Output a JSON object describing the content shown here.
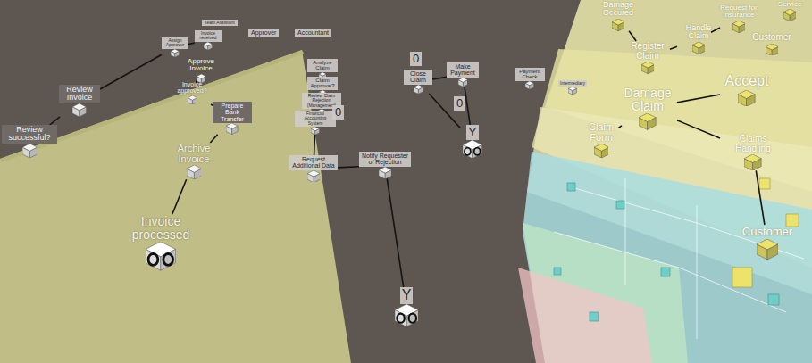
{
  "diagram": {
    "nodes": [
      {
        "text": [
          "Review successful?"
        ]
      },
      {
        "text": [
          "Review Invoice"
        ]
      },
      {
        "text": [
          "Assign Approver"
        ]
      },
      {
        "text": [
          "Invoice received"
        ]
      },
      {
        "text": [
          "Approve Invoice"
        ]
      },
      {
        "text": [
          "Invoice approved?"
        ]
      },
      {
        "text": [
          "Prepare Bank Transfer"
        ]
      },
      {
        "text": [
          "Archive Invoice"
        ]
      },
      {
        "text": [
          "Invoice processed"
        ]
      },
      {
        "text": [
          "Analyze Claim"
        ]
      },
      {
        "text": [
          "Claim Approval?"
        ]
      },
      {
        "text": [
          "Review Claim Rejection (Management)"
        ]
      },
      {
        "text": [
          "Financial Accounting System"
        ]
      },
      {
        "text": [
          "Request Additional Data"
        ]
      },
      {
        "text": [
          "Notify Requester of Rejection"
        ]
      },
      {
        "text": [
          "Close Claim"
        ]
      },
      {
        "text": [
          "Make Payment"
        ]
      },
      {
        "text": [
          "Payment Check"
        ]
      },
      {
        "text": [
          "Intermediary"
        ]
      },
      {
        "text": [
          "Y"
        ]
      },
      {
        "text": [
          "Y"
        ]
      },
      {
        "text": [
          "Damage Occured"
        ]
      },
      {
        "text": [
          "Handle Claim"
        ]
      },
      {
        "text": [
          "Request for Insurance"
        ]
      },
      {
        "text": [
          "Service"
        ]
      },
      {
        "text": [
          "Register Claim"
        ]
      },
      {
        "text": [
          "Claim Form"
        ]
      },
      {
        "text": [
          "Damage Claim"
        ]
      },
      {
        "text": [
          "Accept"
        ]
      },
      {
        "text": [
          "Customer"
        ]
      },
      {
        "text": [
          "Claims Handling"
        ]
      },
      {
        "text": [
          "Customer"
        ]
      }
    ],
    "edges": [
      {
        "from": 3,
        "to": 2,
        "arrow": "none"
      },
      {
        "from": 2,
        "to": 1,
        "arrow": "none"
      },
      {
        "from": 1,
        "to": 0,
        "arrow": "none"
      },
      {
        "from": 4,
        "to": 5,
        "arrow": "none"
      },
      {
        "from": 5,
        "to": 6,
        "arrow": "none"
      },
      {
        "from": 6,
        "to": 7,
        "arrow": "none"
      },
      {
        "from": 7,
        "to": 8,
        "arrow": "none"
      },
      {
        "from": 12,
        "to": 13,
        "arrow": "none"
      },
      {
        "from": 13,
        "to": 14,
        "arrow": "none"
      },
      {
        "from": 14,
        "to": 19,
        "arrow": "none"
      },
      {
        "from": 15,
        "to": 16,
        "arrow": "none"
      },
      {
        "from": 15,
        "to": 20,
        "arrow": "none"
      },
      {
        "from": 16,
        "to": 20,
        "arrow": "none"
      },
      {
        "from": 21,
        "to": 25,
        "arrow": "none"
      },
      {
        "from": 25,
        "to": 22,
        "arrow": "none"
      },
      {
        "from": 22,
        "to": 23,
        "arrow": "none"
      },
      {
        "from": 26,
        "to": 27,
        "arrow": "none"
      },
      {
        "from": 27,
        "to": 28,
        "arrow": "none"
      },
      {
        "from": 27,
        "to": 30,
        "arrow": "none"
      },
      {
        "from": 30,
        "to": 31,
        "arrow": "none"
      }
    ],
    "labels": [
      "Approver",
      "Accountant",
      "Team Assistant",
      "0",
      "0",
      "0"
    ]
  }
}
